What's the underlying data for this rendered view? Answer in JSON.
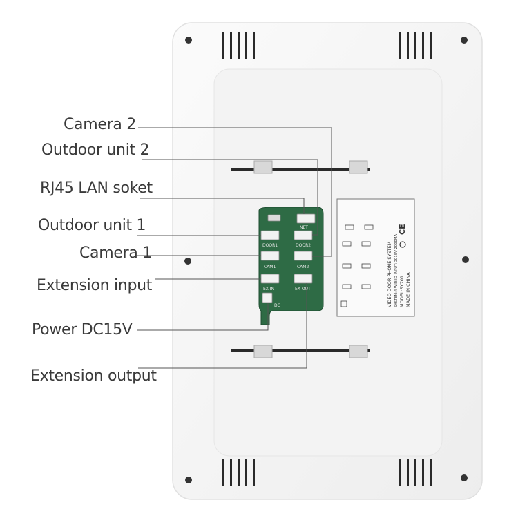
{
  "callouts": {
    "camera2": "Camera 2",
    "outdoor2": "Outdoor unit 2",
    "rj45": "RJ45 LAN soket",
    "outdoor1": "Outdoor unit 1",
    "camera1": "Camera 1",
    "ext_input": "Extension input",
    "power": "Power DC15V",
    "ext_output": "Extension output"
  },
  "board": {
    "door1": "DOOR1",
    "door2": "DOOR2",
    "cam1": "CAM1",
    "cam2": "CAM2",
    "ext_in": "EX-IN",
    "ext_out": "EX-OUT",
    "net": "NET",
    "dc": "DC"
  },
  "sticker": {
    "line1": "VIDEO DOOR PHONE SYSTEM",
    "line2": "SYSTEM:4 WIRED  INPUT:DC15V  2000MA",
    "line3": "MODEL:SY701",
    "line4": "MADE IN CHINA",
    "marks": "CE"
  },
  "colors": {
    "housing": "#f7f7f7",
    "pcb": "#2e6b45",
    "leader": "#555555"
  }
}
